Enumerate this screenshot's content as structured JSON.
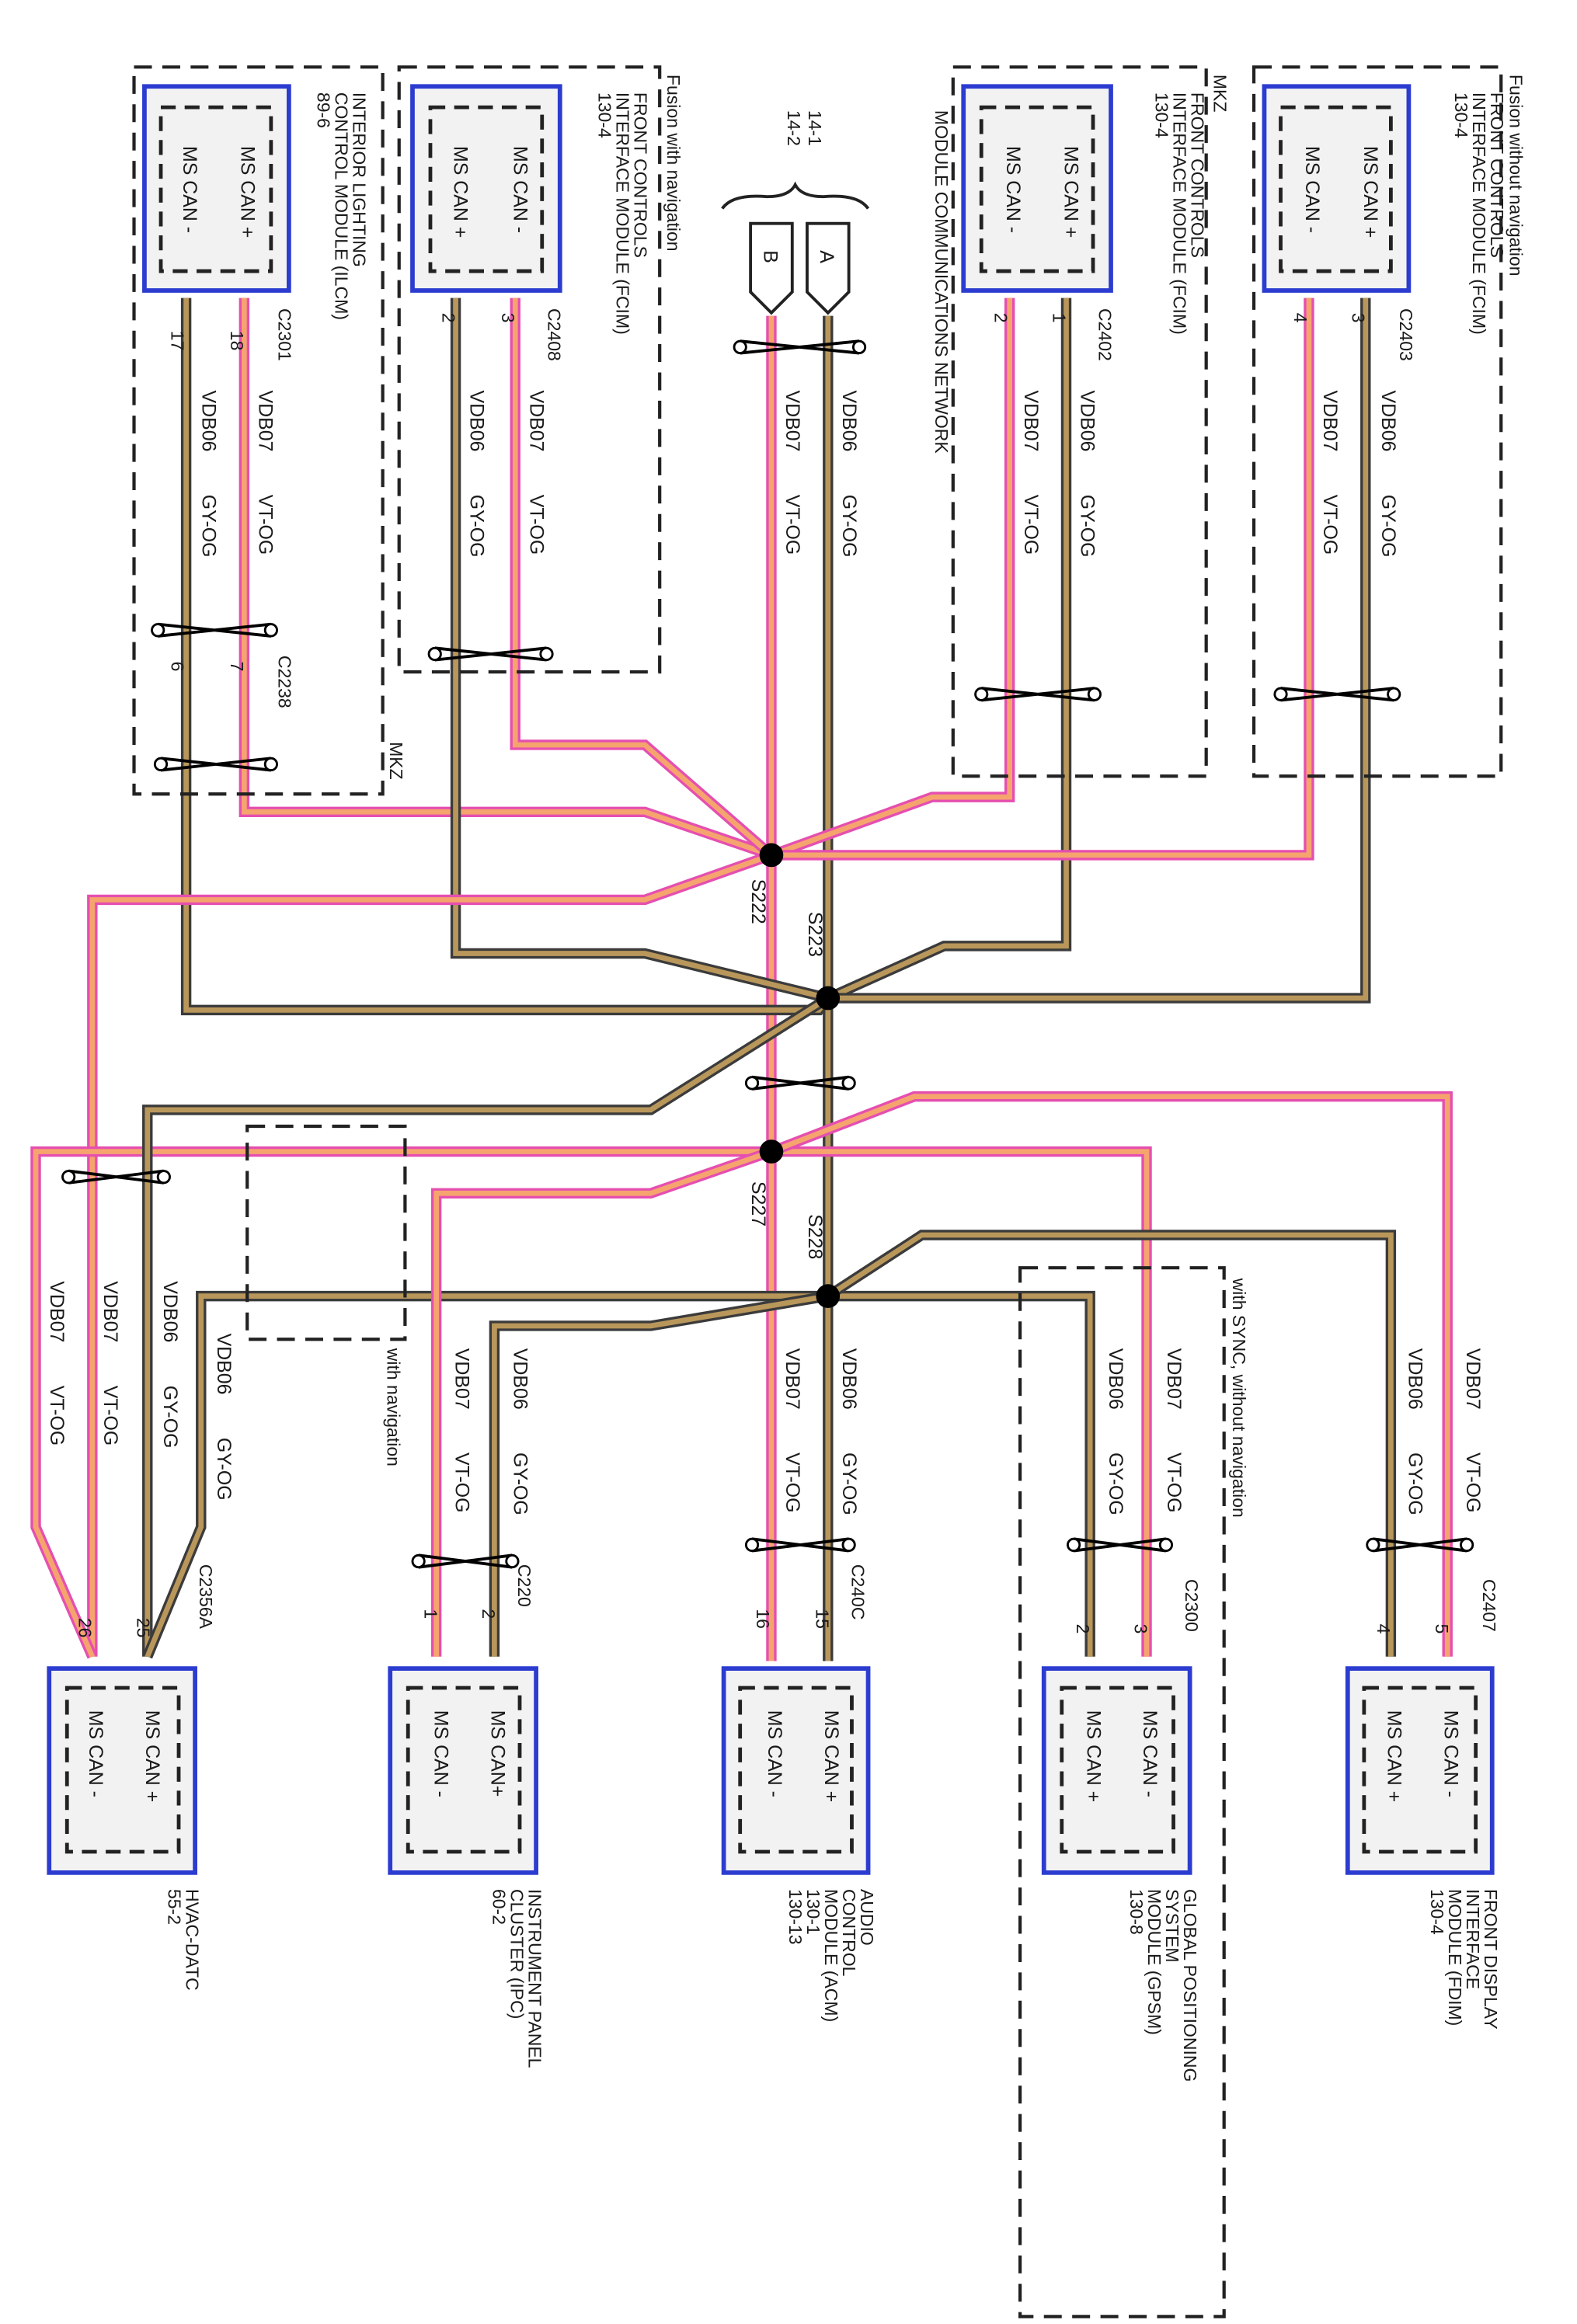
{
  "colors": {
    "vdb06_core": "#b9975b",
    "vdb06_edge": "#3b3b3b",
    "vdb07_core": "#f5a46e",
    "vdb07_edge": "#e54fb0",
    "module_border": "#2c3cd0"
  },
  "network": {
    "title": "MODULE COMMUNICATIONS NETWORK",
    "refs": [
      "14-1",
      "14-2"
    ],
    "connector_a": "A",
    "connector_b": "B"
  },
  "circuits": {
    "vdb06": "VDB06",
    "vdb07": "VDB07",
    "gy_og": "GY-OG",
    "vt_og": "VT-OG"
  },
  "signals": {
    "can_plus": "MS CAN +",
    "can_minus": "MS CAN -",
    "can_plus_nospace": "MS CAN+"
  },
  "splices": {
    "s222": "S222",
    "s223": "S223",
    "s227": "S227",
    "s228": "S228"
  },
  "groups": {
    "fusion_with_nav": "Fusion with navigation",
    "fusion_without_nav": "Fusion without navigation",
    "mkz_fcim": "MKZ",
    "mkz_ilcm": "MKZ",
    "with_sync": "with SYNC, without navigation",
    "with_nav": "with navigation"
  },
  "modules": {
    "ilcm": {
      "lines": [
        "INTERIOR LIGHTING",
        "CONTROL MODULE (ILCM)",
        "89-6"
      ],
      "connector": "C2301",
      "pin_plus": "18",
      "pin_minus": "17"
    },
    "ilcm_inline": {
      "connector": "C2238",
      "pin_a": "7",
      "pin_b": "6"
    },
    "fcim_nav": {
      "lines": [
        "FRONT CONTROLS",
        "INTERFACE MODULE (FCIM)",
        "130-4"
      ],
      "connector": "C2408",
      "pin_minus": "3",
      "pin_plus": "2"
    },
    "fcim_mkz": {
      "lines": [
        "FRONT CONTROLS",
        "INTERFACE MODULE (FCIM)",
        "130-4"
      ],
      "connector": "C2402",
      "pin_plus": "1",
      "pin_minus": "2"
    },
    "fcim_nonav": {
      "lines": [
        "FRONT CONTROLS",
        "INTERFACE MODULE (FCIM)",
        "130-4"
      ],
      "connector": "C2403",
      "pin_plus": "3",
      "pin_minus": "4"
    },
    "hvac": {
      "lines": [
        "HVAC-DATC",
        "55-2"
      ],
      "connector": "C2356A",
      "pin_plus": "25",
      "pin_minus": "26"
    },
    "ipc": {
      "lines": [
        "INSTRUMENT PANEL",
        "CLUSTER (IPC)",
        "60-2"
      ],
      "connector": "C220",
      "pin_plus": "2",
      "pin_minus": "1"
    },
    "acm": {
      "lines": [
        "AUDIO",
        "CONTROL",
        "MODULE (ACM)",
        "130-1",
        "130-13"
      ],
      "connector": "C240C",
      "pin_plus": "15",
      "pin_minus": "16"
    },
    "gpsm": {
      "lines": [
        "GLOBAL POSITIONING",
        "SYSTEM",
        "MODULE (GPSM)",
        "130-8"
      ],
      "connector": "C2300",
      "pin_minus": "3",
      "pin_plus": "2"
    },
    "fdim": {
      "lines": [
        "FRONT DISPLAY",
        "INTERFACE",
        "MODULE (FDIM)",
        "130-4"
      ],
      "connector": "C2407",
      "pin_minus": "5",
      "pin_plus": "4"
    }
  }
}
